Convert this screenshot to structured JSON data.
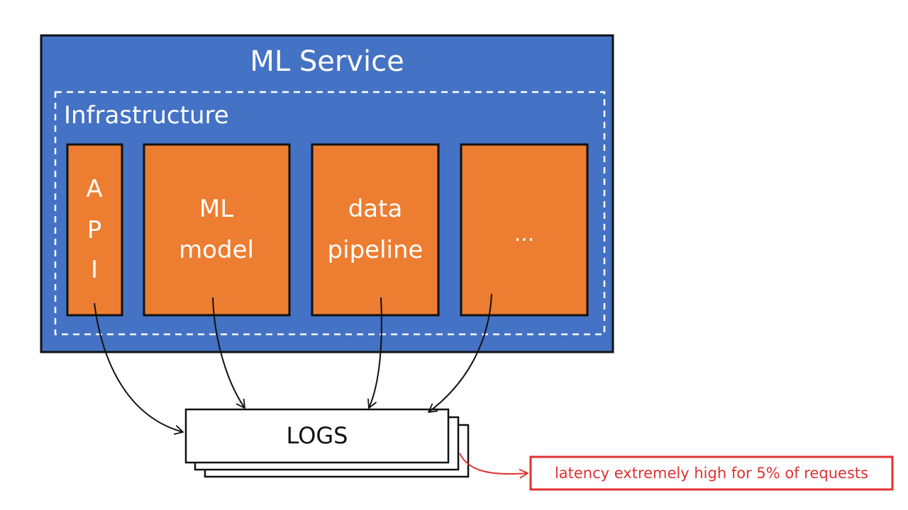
{
  "service": {
    "title": "ML Service",
    "fill_color": "#4472c4"
  },
  "infrastructure": {
    "label": "Infrastructure",
    "border_color": "#ffffff"
  },
  "components": [
    {
      "id": "api",
      "label_lines": [
        "A",
        "P",
        "I"
      ]
    },
    {
      "id": "ml-model",
      "label_lines": [
        "ML",
        "model"
      ]
    },
    {
      "id": "data-pipeline",
      "label_lines": [
        "data",
        "pipeline"
      ]
    },
    {
      "id": "more",
      "label_lines": [
        "..."
      ]
    }
  ],
  "component_fill_color": "#ed7d31",
  "logs": {
    "label": "LOGS"
  },
  "alert": {
    "text": "latency extremely high for 5% of requests",
    "color": "#e03131"
  }
}
